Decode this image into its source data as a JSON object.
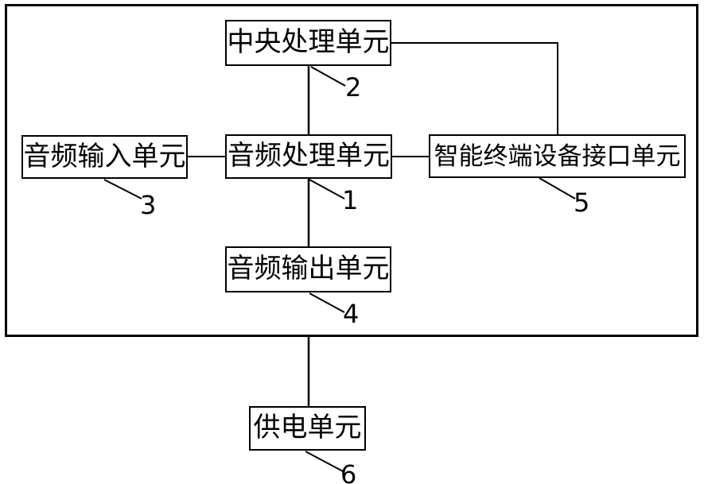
{
  "diagram": {
    "background_color": "#ffffff",
    "line_color": "#000000",
    "boxes": [
      {
        "id": "central-processing-unit",
        "label": "中央处理单元",
        "ref": "2"
      },
      {
        "id": "audio-input-unit",
        "label": "音频输入单元",
        "ref": "3"
      },
      {
        "id": "audio-processing-unit",
        "label": "音频处理单元",
        "ref": "1"
      },
      {
        "id": "smart-terminal-interface-unit",
        "label": "智能终端设备接口单元",
        "ref": "5"
      },
      {
        "id": "audio-output-unit",
        "label": "音频输出单元",
        "ref": "4"
      },
      {
        "id": "power-supply-unit",
        "label": "供电单元",
        "ref": "6"
      }
    ]
  }
}
